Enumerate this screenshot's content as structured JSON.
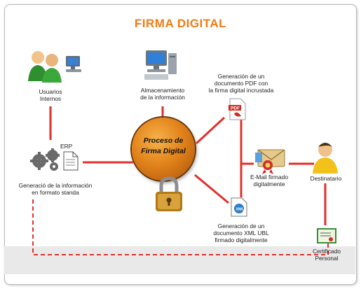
{
  "title": "FIRMA DIGITAL",
  "hub": {
    "label": "Proceso de\nFirma Digital"
  },
  "nodes": {
    "usuarios": "Usuarios\nInternos",
    "almacenamiento": "Almacenamiento\nde la información",
    "pdf": "Generación de un\ndocumento PDF con\nla firma digital incrustada",
    "erp": "ERP",
    "generacion": "Generació de la información\nen formato standa",
    "email": "E-Mail firmado\ndigitalmente",
    "destinatario": "Destinatario",
    "xml": "Generación de un\ndocumento XML UBL\nfirmado digitalmente",
    "certificado": "Certificado\nPersonal"
  },
  "icons": [
    "users-icon",
    "computer-icon",
    "pdf-icon",
    "gears-icon",
    "document-icon",
    "email-seal-icon",
    "person-icon",
    "xml-document-icon",
    "certificate-icon",
    "padlock-icon"
  ],
  "colors": {
    "title": "#f07b14",
    "connector": "#e0312b",
    "hub": "#e2831b"
  }
}
